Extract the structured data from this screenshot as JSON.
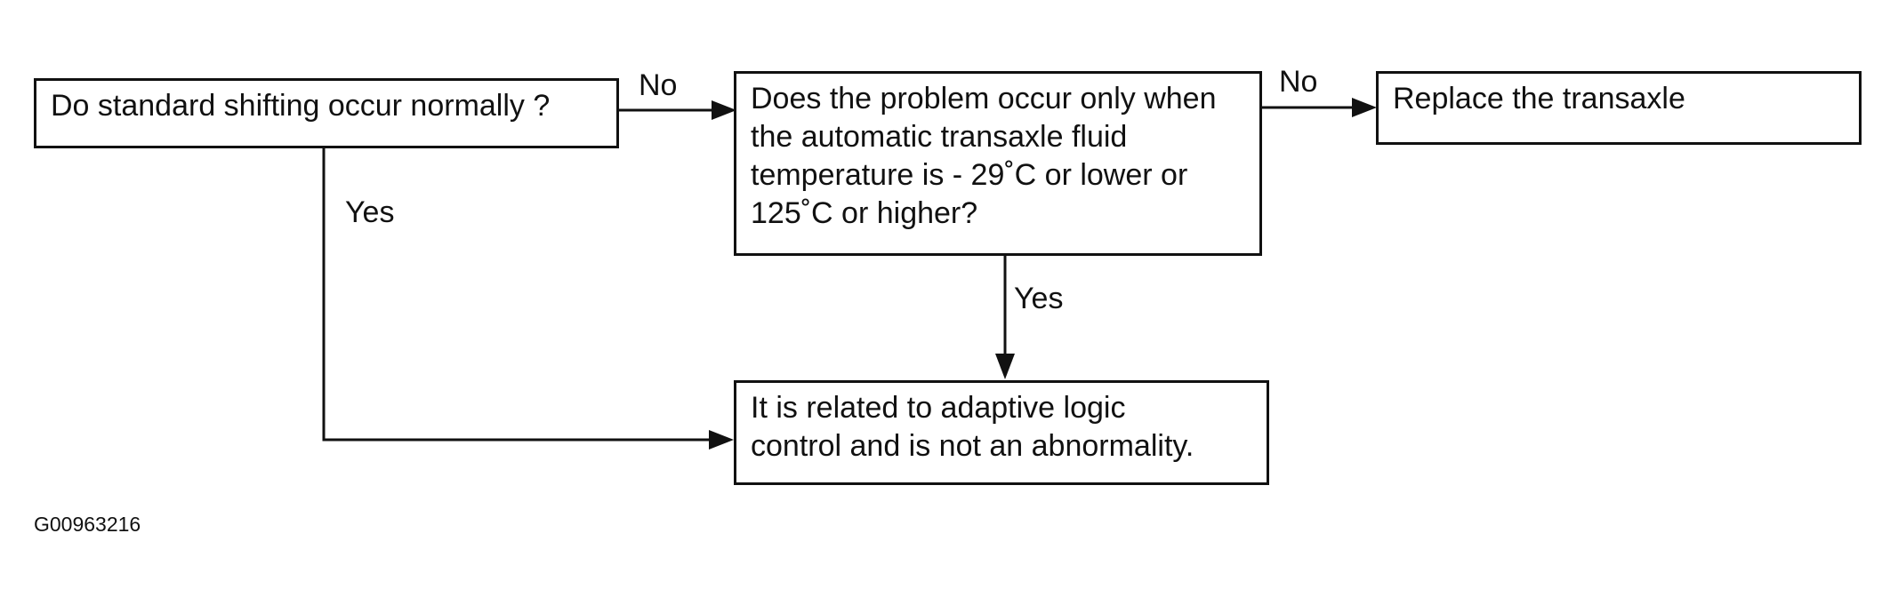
{
  "diagram": {
    "nodes": {
      "q_standard_shifting": {
        "lines": [
          "Do standard shifting occur normally ?"
        ]
      },
      "q_fluid_temperature": {
        "lines": [
          "Does the problem occur only when",
          "the automatic transaxle fluid",
          "temperature is - 29˚C or lower or",
          "125˚C or higher?"
        ]
      },
      "a_replace_transaxle": {
        "lines": [
          "Replace the transaxle"
        ]
      },
      "a_adaptive_logic": {
        "lines": [
          "It is related to adaptive logic",
          "control and is not an abnormality."
        ]
      }
    },
    "edges": [
      {
        "from": "q_standard_shifting",
        "to": "q_fluid_temperature",
        "label": "No"
      },
      {
        "from": "q_fluid_temperature",
        "to": "a_replace_transaxle",
        "label": "No"
      },
      {
        "from": "q_standard_shifting",
        "to": "a_adaptive_logic",
        "label": "Yes"
      },
      {
        "from": "q_fluid_temperature",
        "to": "a_adaptive_logic",
        "label": "Yes"
      }
    ],
    "figure_id": "G00963216",
    "colors": {
      "stroke": "#111111",
      "background": "#ffffff"
    }
  }
}
